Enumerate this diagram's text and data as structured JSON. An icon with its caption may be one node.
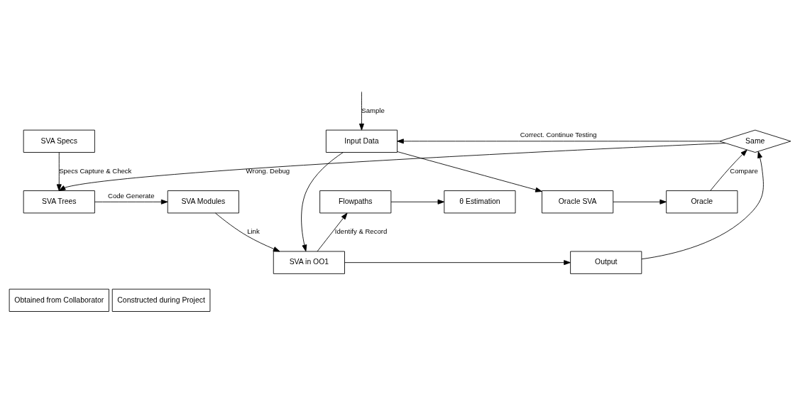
{
  "diagram": {
    "nodes": [
      {
        "text": [
          "SVA Specs"
        ]
      },
      {
        "text": [
          "Input Data"
        ]
      },
      {
        "text": [
          "Oracle SVA"
        ]
      },
      {
        "text": [
          "Oracle"
        ]
      },
      {
        "text": [
          "SVA in OO1"
        ]
      },
      {
        "text": [
          "Output"
        ]
      },
      {
        "text": [
          "Same"
        ]
      },
      {
        "text": [
          "SVA Trees"
        ]
      },
      {
        "text": [
          "SVA Modules"
        ]
      },
      {
        "text": [
          "Flowpaths"
        ]
      },
      {
        "text": [
          "θ Estimation"
        ]
      }
    ],
    "edges": [
      {
        "from": null,
        "to": 1,
        "arrow": "to",
        "label": "Sample"
      },
      {
        "from": 1,
        "to": 2,
        "arrow": "to"
      },
      {
        "from": 1,
        "to": 4,
        "arrow": "to"
      },
      {
        "from": 2,
        "to": 3,
        "arrow": "to"
      },
      {
        "from": 4,
        "to": 5,
        "arrow": "to"
      },
      {
        "from": 3,
        "to": 6,
        "arrow": "to",
        "label": "Compare"
      },
      {
        "from": 5,
        "to": 6,
        "arrow": "to"
      },
      {
        "from": 6,
        "to": 1,
        "arrow": "to",
        "label": "Correct. Continue Testing"
      },
      {
        "from": 6,
        "to": 7,
        "arrow": "to",
        "label": "Wrong. Debug"
      },
      {
        "from": 0,
        "to": 7,
        "arrow": "to",
        "label": "Specs Capture & Check"
      },
      {
        "from": 7,
        "to": 8,
        "arrow": "to",
        "label": "Code Generate"
      },
      {
        "from": 8,
        "to": 4,
        "arrow": "to",
        "label": "Link"
      },
      {
        "from": 4,
        "to": 9,
        "arrow": "to",
        "label": "Identify & Record"
      },
      {
        "from": 9,
        "to": 10,
        "arrow": "to"
      }
    ],
    "legend": [
      {
        "text": "Obtained from Collaborator"
      },
      {
        "text": "Constructed during Project"
      }
    ]
  }
}
